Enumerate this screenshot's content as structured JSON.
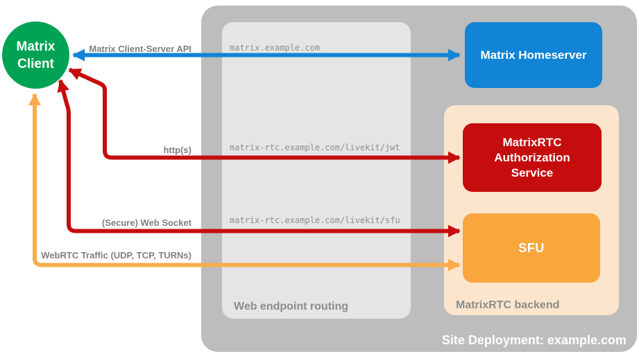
{
  "colors": {
    "green": "#00A353",
    "blue": "#1184D6",
    "red": "#C50D0E",
    "orange": "#F9A63C",
    "orange_arrow": "#FAAC4C",
    "backend_bg": "#FBE5CC",
    "site_bg": "#BDBDBD",
    "panel_bg": "#E5E5E5",
    "label_gray": "#7F7F7F",
    "white": "#FFFFFF"
  },
  "site": {
    "label": "Site Deployment: example.com"
  },
  "routing_panel": {
    "label": "Web endpoint routing",
    "endpoints": [
      "matrix.example.com",
      "matrix-rtc.example.com/livekit/jwt",
      "matrix-rtc.example.com/livekit/sfu"
    ]
  },
  "backend": {
    "label": "MatrixRTC backend"
  },
  "nodes": {
    "client": {
      "label": "Matrix Client"
    },
    "homeserver": {
      "label": "Matrix Homeserver"
    },
    "auth_service": {
      "label": "MatrixRTC Authorization Service"
    },
    "sfu": {
      "label": "SFU"
    }
  },
  "edges": [
    {
      "label": "Matrix Client-Server API",
      "from": "Matrix Client",
      "to": "Matrix Homeserver",
      "bidirectional": true,
      "color": "#1184D6"
    },
    {
      "label": "http(s)",
      "from": "Matrix Client",
      "to": "MatrixRTC Authorization Service",
      "bidirectional": true,
      "color": "#C50D0E"
    },
    {
      "label": "(Secure) Web Socket",
      "from": "Matrix Client",
      "to": "SFU",
      "bidirectional": true,
      "color": "#C50D0E"
    },
    {
      "label": "WebRTC Traffic (UDP, TCP, TURNs)",
      "from": "Matrix Client",
      "to": "SFU",
      "bidirectional": true,
      "color": "#FAAC4C"
    }
  ]
}
